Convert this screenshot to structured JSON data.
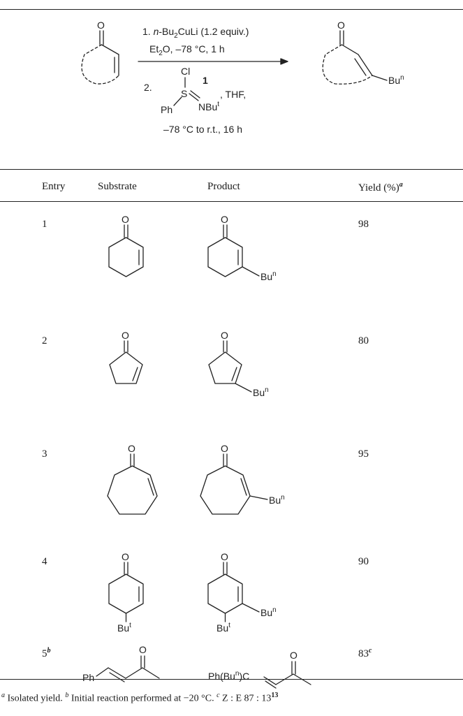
{
  "scheme": {
    "condition_1": "1. n-Bu2CuLi (1.2 equiv.)",
    "condition_1_solvent": "Et2O, –78 °C, 1 h",
    "condition_2_label": "2.",
    "reagent_number": "1",
    "reagent_tail": ", THF,",
    "condition_2_temp": "–78 °C to r.t., 16 h"
  },
  "atoms": {
    "O": "O",
    "Cl": "Cl",
    "S": "S",
    "Ph": "Ph",
    "NBu": "NBu",
    "Bu": "Bu",
    "n": "n",
    "t": "t",
    "Ph_BunC": "Ph(Bu",
    "close_C": ")C"
  },
  "table": {
    "headers": {
      "entry": "Entry",
      "substrate": "Substrate",
      "product": "Product",
      "yield": "Yield (%)",
      "yield_mark": "a"
    },
    "rows": [
      {
        "entry": "1",
        "entry_mark": "",
        "yield": "98",
        "yield_mark": ""
      },
      {
        "entry": "2",
        "entry_mark": "",
        "yield": "80",
        "yield_mark": ""
      },
      {
        "entry": "3",
        "entry_mark": "",
        "yield": "95",
        "yield_mark": ""
      },
      {
        "entry": "4",
        "entry_mark": "",
        "yield": "90",
        "yield_mark": ""
      },
      {
        "entry": "5",
        "entry_mark": "b",
        "yield": "83",
        "yield_mark": "c"
      }
    ]
  },
  "footnotes": {
    "a_mark": "a",
    "a_text": " Isolated yield. ",
    "b_mark": "b",
    "b_text": " Initial reaction performed at −20 °C. ",
    "c_mark": "c",
    "c_text": " Z : E 87 : 13",
    "c_ref": "13"
  }
}
